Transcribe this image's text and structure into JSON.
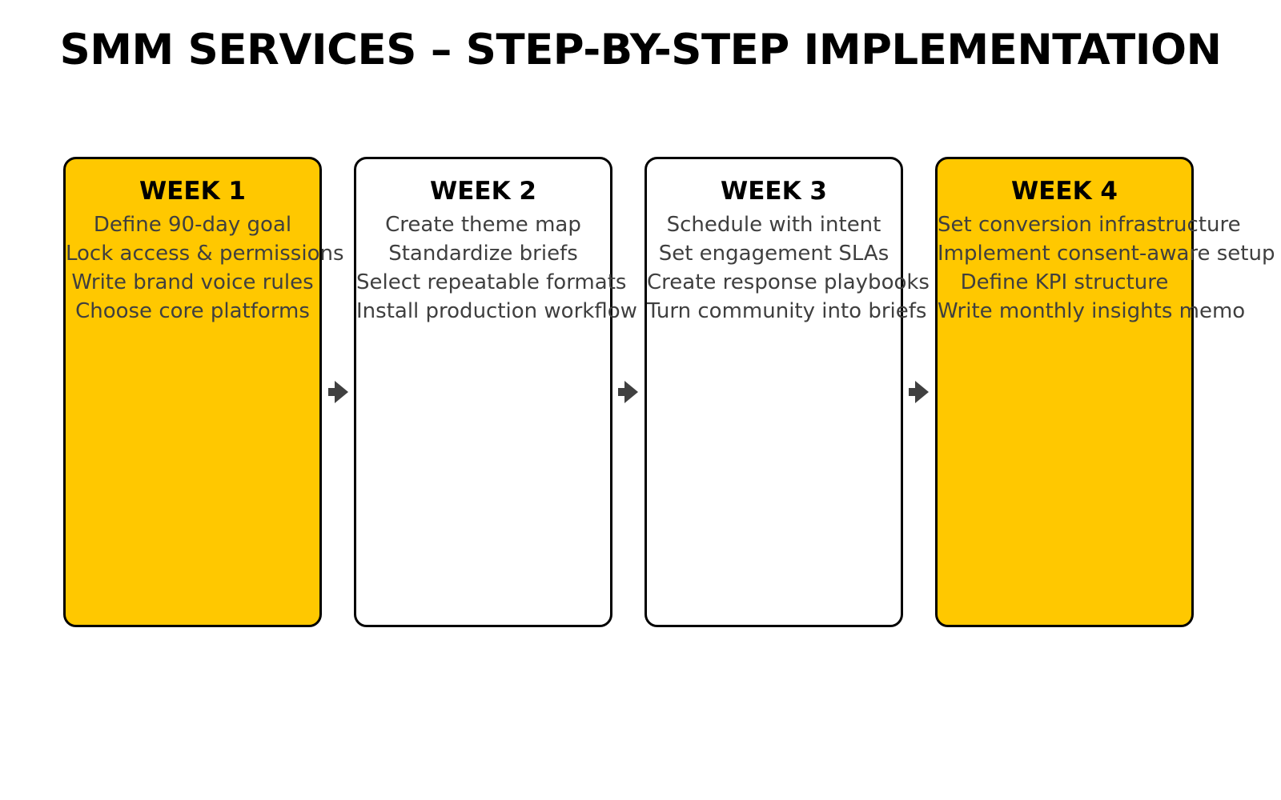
{
  "header": {
    "title": "SMM SERVICES – STEP-BY-STEP IMPLEMENTATION"
  },
  "colors": {
    "accent": "#ffc800",
    "card_border": "#000000",
    "card_background": "#ffffff",
    "body_text": "#3f3f3f",
    "title_text": "#000000",
    "arrow": "#404040",
    "page_background": "#ffffff"
  },
  "cards": [
    {
      "title": "WEEK 1",
      "highlighted": true,
      "lines": [
        "Define 90-day goal",
        "Lock access & permissions",
        "Write brand voice rules",
        "Choose core platforms"
      ]
    },
    {
      "title": "WEEK 2",
      "highlighted": false,
      "lines": [
        "Create theme map",
        "Standardize briefs",
        "Select repeatable formats",
        "Install production workflow"
      ]
    },
    {
      "title": "WEEK 3",
      "highlighted": false,
      "lines": [
        "Schedule with intent",
        "Set engagement SLAs",
        "Create response playbooks",
        "Turn community into briefs"
      ]
    },
    {
      "title": "WEEK 4",
      "highlighted": true,
      "lines": [
        "Set conversion infrastructure",
        "Implement consent-aware setup",
        "Define KPI structure",
        "Write monthly insights memo"
      ]
    }
  ],
  "connectors": [
    {
      "name": "arrow-week1-to-week2",
      "icon": "arrow-right-icon"
    },
    {
      "name": "arrow-week2-to-week3",
      "icon": "arrow-right-icon"
    },
    {
      "name": "arrow-week3-to-week4",
      "icon": "arrow-right-icon"
    }
  ]
}
